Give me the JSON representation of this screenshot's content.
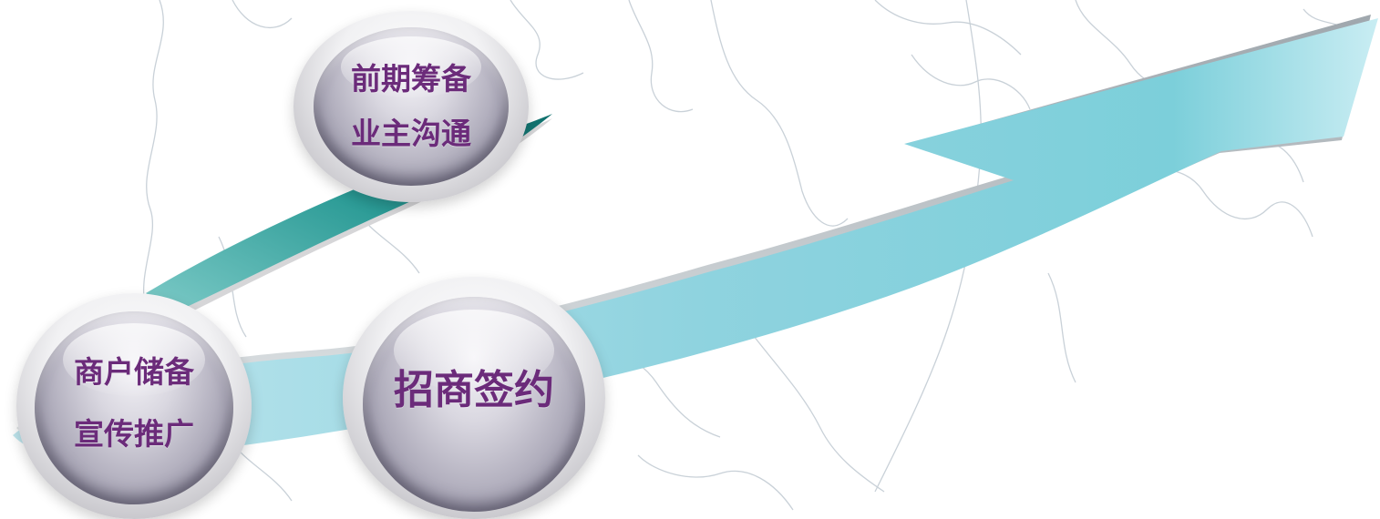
{
  "nodes": [
    {
      "id": "preparation",
      "line1": "前期筹备",
      "line2": "业主沟通"
    },
    {
      "id": "reserve",
      "line1": "商户储备",
      "line2": "宣传推广"
    },
    {
      "id": "signing",
      "line1": "招商签约"
    }
  ],
  "colors": {
    "label_text": "#6b2b7a",
    "teal_arrow": "#1e8f8a",
    "light_arrow": "#a9dde6",
    "map_lines": "#c9d1d8"
  }
}
